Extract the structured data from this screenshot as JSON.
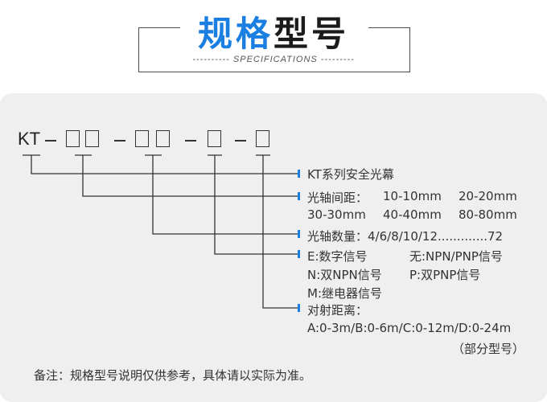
{
  "header": {
    "title_part1": "规格",
    "title_part2": "型号",
    "subtitle": "---------- SPECIFICATIONS ---------"
  },
  "code": {
    "prefix": "KT"
  },
  "specs": {
    "series": "KT系列安全光幕",
    "axis_spacing_label": "光轴间距：",
    "axis_spacing_line1_a": "10-10mm",
    "axis_spacing_line1_b": "20-20mm",
    "axis_spacing_line2_a": "30-30mm",
    "axis_spacing_line2_b": "40-40mm",
    "axis_spacing_line2_c": "80-80mm",
    "axis_count": "光轴数量：4/6/8/10/12.............72",
    "output_e": "E:数字信号",
    "output_none": "无:NPN/PNP信号",
    "output_n": "N:双NPN信号",
    "output_p": "P:双PNP信号",
    "output_m": "M:继电器信号",
    "range_label": "对射距离：",
    "range_values": "A:0-3m/B:0-6m/C:0-12m/D:0-24m",
    "range_note": "（部分型号）"
  },
  "footer": {
    "note": "备注：规格型号说明仅供参考，具体请以实际为准。"
  },
  "colors": {
    "accent": "#1a7fe0",
    "panel": "#efefef"
  }
}
